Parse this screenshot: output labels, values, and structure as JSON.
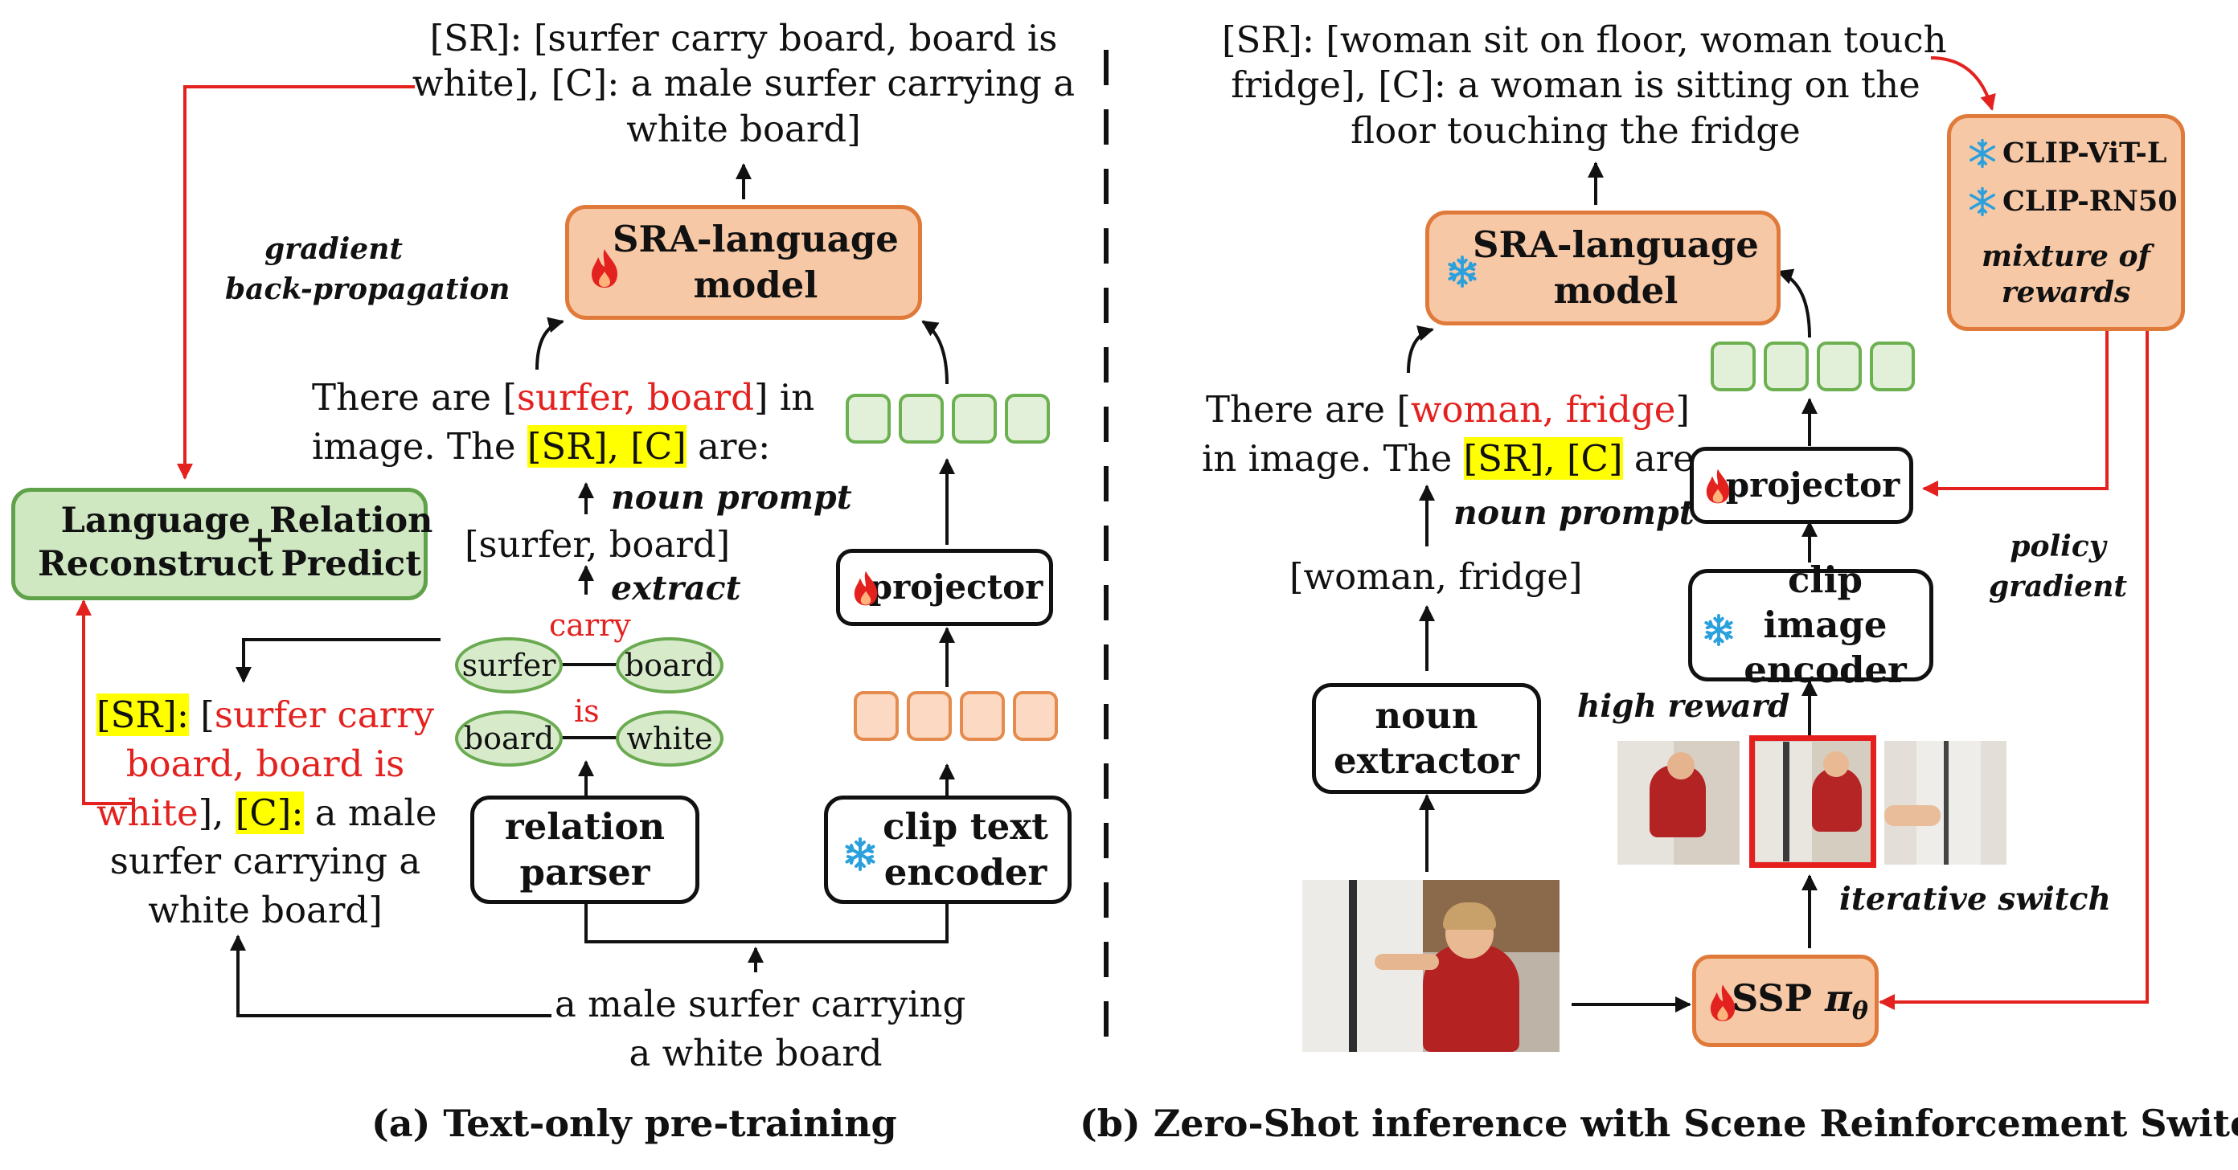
{
  "panel_a": {
    "output_text": [
      "[SR]: [surfer carry board, board is",
      "white], [C]: a male surfer carrying a",
      "white board]"
    ],
    "gradient_label": [
      "gradient",
      "back-propagation"
    ],
    "language_model": [
      "SRA-language",
      "model"
    ],
    "prompt_line1_pre": "There are [",
    "prompt_line1_red": "surfer, board",
    "prompt_line1_post": "] in",
    "prompt_line2_pre": "image. The ",
    "prompt_line2_hl": "[SR], [C]",
    "prompt_line2_post": " are:",
    "noun_prompt": "noun prompt",
    "noun_list": "[surfer, board]",
    "extract": "extract",
    "loss_box": {
      "left": [
        "Language",
        "Reconstruct"
      ],
      "plus": "+",
      "right": [
        "Relation",
        "Predict"
      ]
    },
    "graph": {
      "edge1": "carry",
      "node1a": "surfer",
      "node1b": "board",
      "edge2": "is",
      "node2a": "board",
      "node2b": "white"
    },
    "target": {
      "sr_tag": "[SR]:",
      "sr_open": " [",
      "sr_red1": "surfer carry",
      "sr_red2": "board, board is",
      "sr_red3": "white",
      "sr_close": "], ",
      "c_tag": "[C]:",
      "c_text1": " a male",
      "c_text2": "surfer carrying a",
      "c_text3": "white board]"
    },
    "relation_parser": [
      "relation",
      "parser"
    ],
    "projector": "projector",
    "clip_text_encoder": [
      "clip text",
      "encoder"
    ],
    "caption": [
      "a male surfer carrying",
      "a white board"
    ],
    "title": "(a)  Text-only pre-training"
  },
  "panel_b": {
    "output_text": [
      "[SR]: [woman sit on floor, woman touch",
      "fridge], [C]: a woman is sitting on the",
      "floor touching the fridge"
    ],
    "language_model": [
      "SRA-language",
      "model"
    ],
    "rewards_box": {
      "model1": "CLIP-ViT-L",
      "model2": "CLIP-RN50",
      "label": [
        "mixture of",
        "rewards"
      ]
    },
    "prompt_line1_pre": "There are [",
    "prompt_line1_red": "woman, fridge",
    "prompt_line1_post": "]",
    "prompt_line2_pre": "in image. The ",
    "prompt_line2_hl": "[SR], [C]",
    "prompt_line2_post": " are:",
    "noun_prompt": "noun prompt",
    "noun_list": "[woman, fridge]",
    "projector": "projector",
    "policy_gradient": [
      "policy",
      "gradient"
    ],
    "clip_image_encoder": [
      "clip image",
      "encoder"
    ],
    "high_reward": "high reward",
    "noun_extractor": [
      "noun",
      "extractor"
    ],
    "iterative_switch": "iterative switch",
    "ssp_label": "SSP",
    "ssp_symbol": "π",
    "ssp_sub": "θ",
    "title": "(b) Zero-Shot inference with Scene Reinforcement Switching"
  },
  "icons": {
    "fire": "fire-icon",
    "snowflake": "snowflake-icon"
  },
  "colors": {
    "red": "#e3221f",
    "orange_fill": "#f7c8a6",
    "orange_border": "#e07a3a",
    "green_fill": "#cfe8c2",
    "green_border": "#5fa24a",
    "highlight": "#ffff00",
    "snow": "#2aa0dc"
  }
}
